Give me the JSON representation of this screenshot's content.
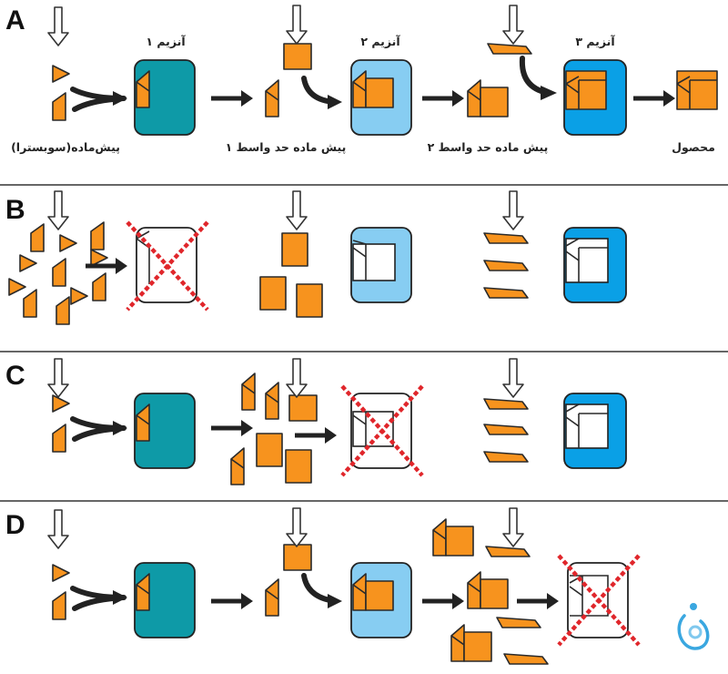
{
  "panels": [
    {
      "letter": "A"
    },
    {
      "letter": "B"
    },
    {
      "letter": "C"
    },
    {
      "letter": "D"
    }
  ],
  "labels": {
    "enzyme1": "آنزیم ۱",
    "enzyme2": "آنزیم ۲",
    "enzyme3": "آنزیم ۳",
    "substrate": "پیش‌ماده(سوبسترا)",
    "intermediate1": "پیش ماده حد واسط ۱",
    "intermediate2": "پیش ماده حد واسط ۲",
    "product": "محصول"
  },
  "colors": {
    "piece": "#f7931e",
    "enzyme1": "#0e9aa7",
    "enzyme2": "#87cdf2",
    "enzyme3": "#0aa0e6",
    "inhibited": "#e0262b"
  },
  "icons": {
    "input": "hollow-down-arrow-icon",
    "flow": "black-right-arrow-icon",
    "inactive": "red-dotted-x-icon",
    "logo": "mother-baby-logo-icon"
  }
}
